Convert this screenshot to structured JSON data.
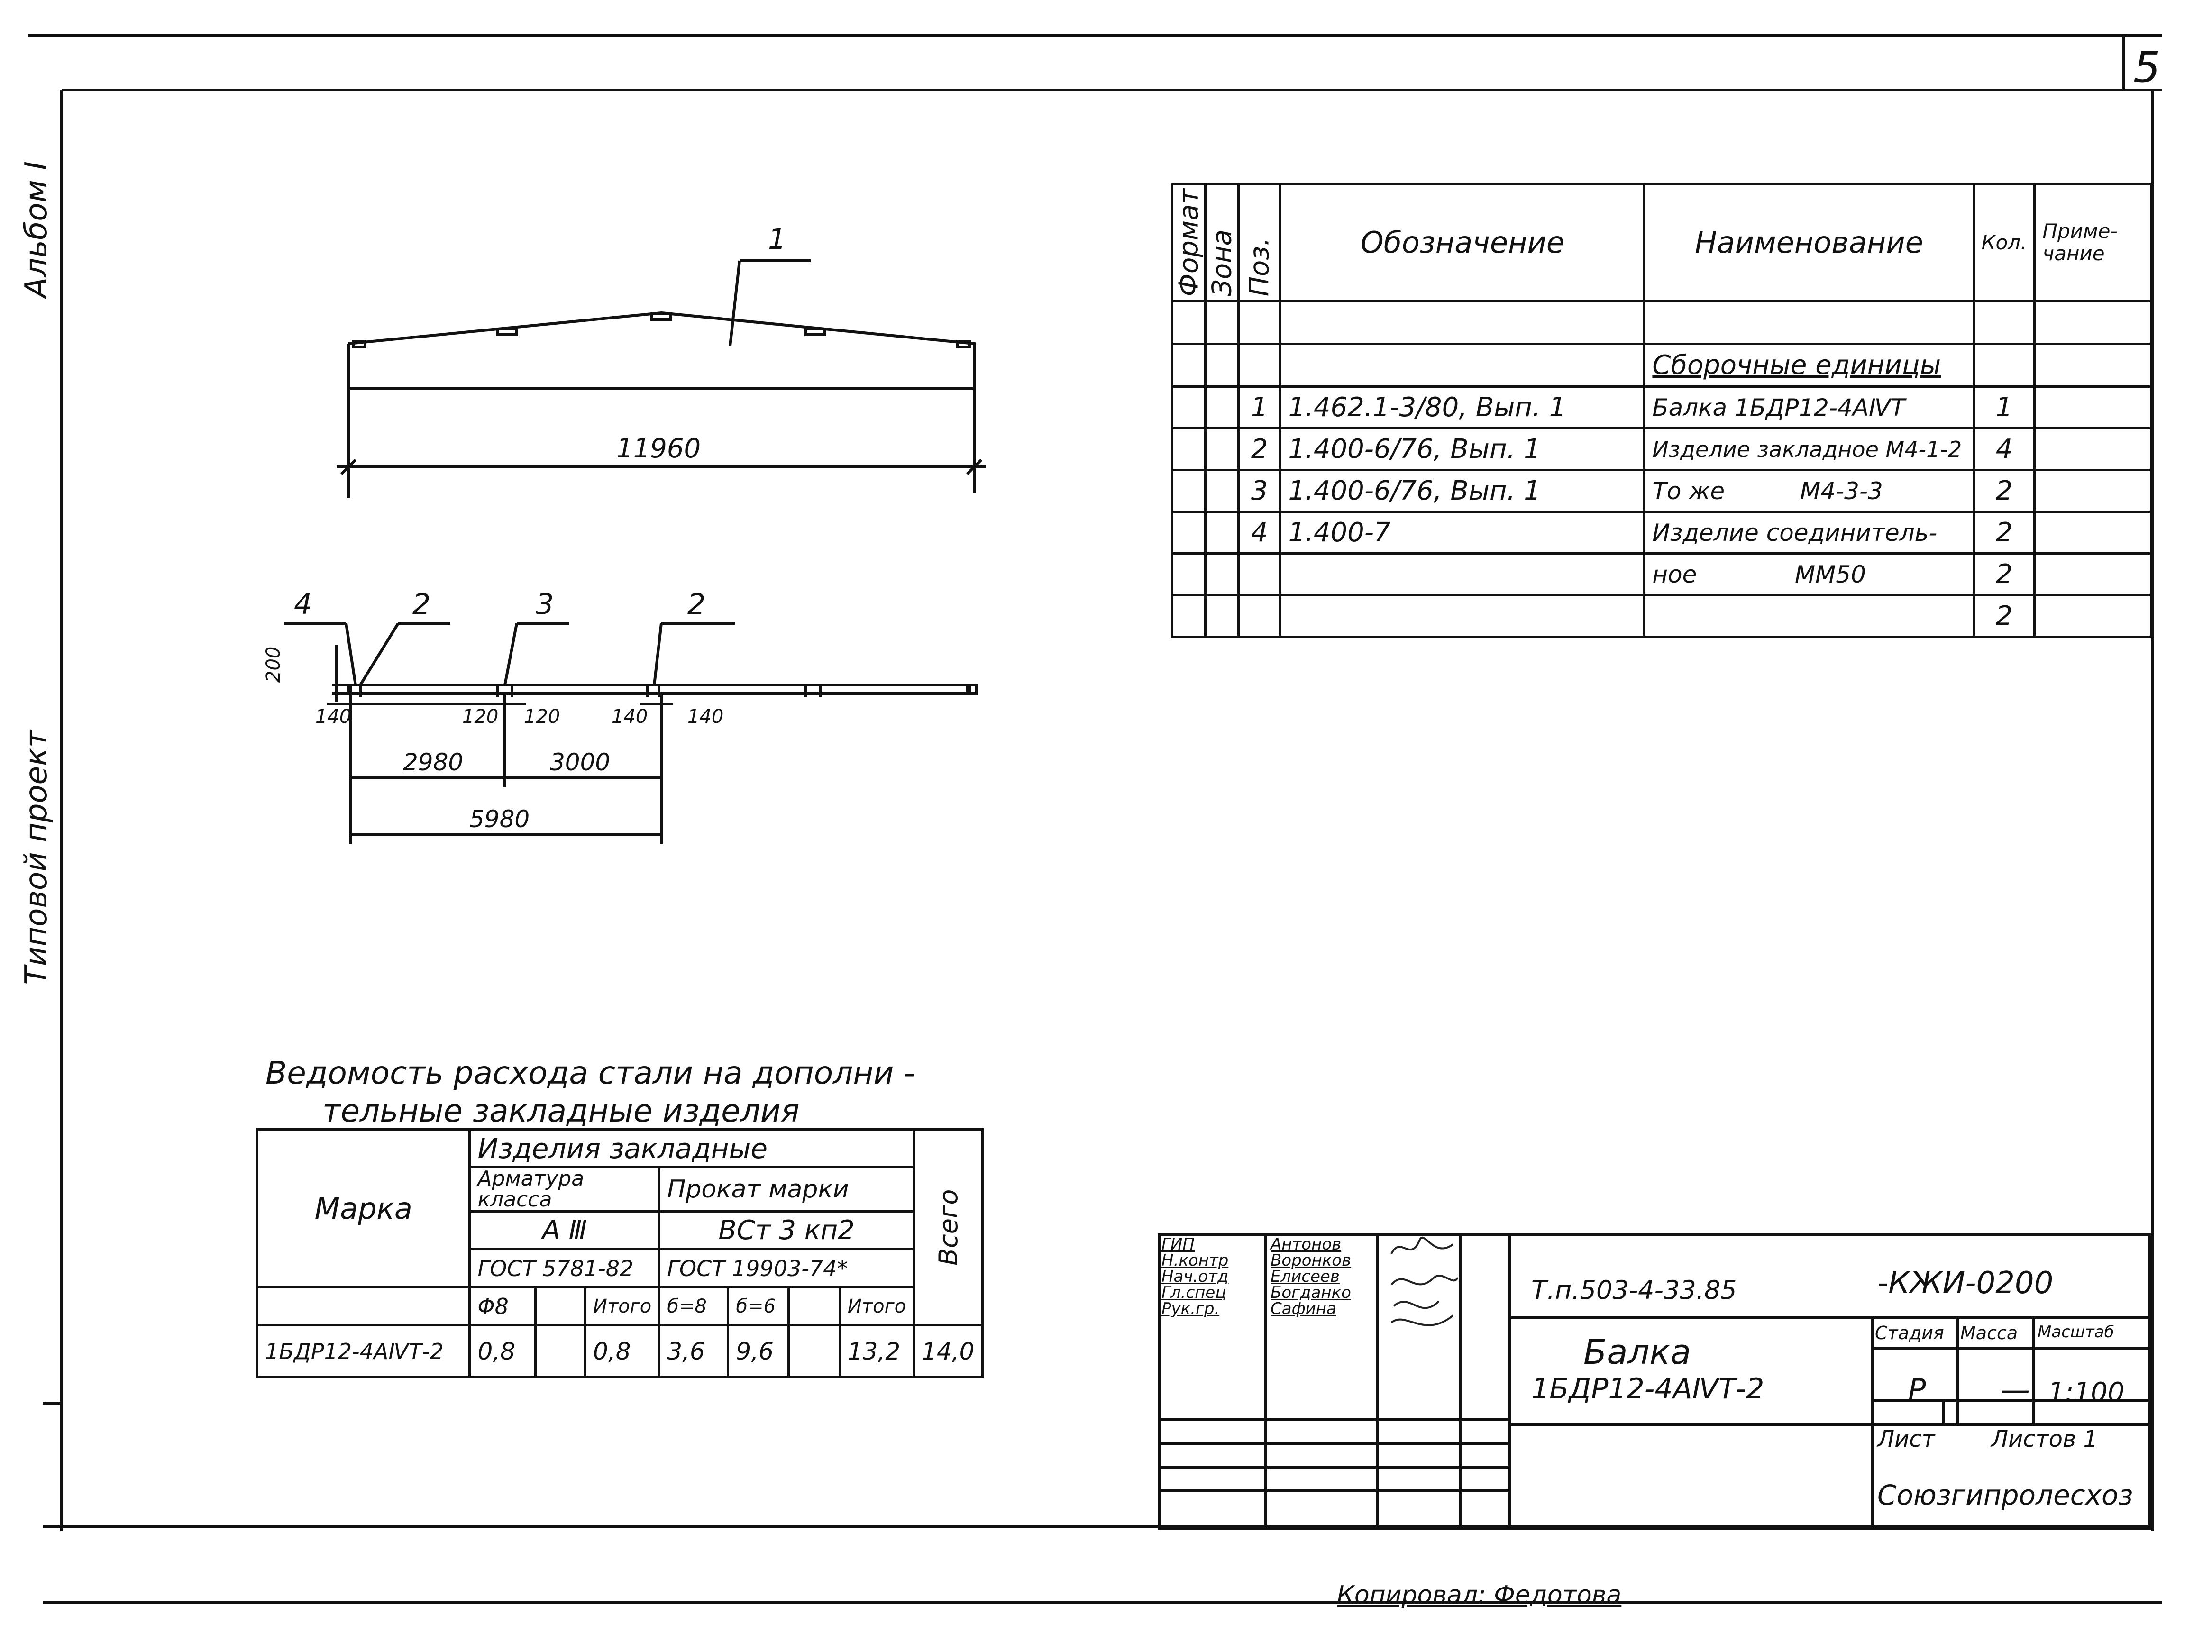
{
  "sheet_number": "5",
  "side_labels": {
    "top": "Альбом I",
    "bottom": "Типовой проект"
  },
  "drawing": {
    "elevation_position": "1",
    "elevation_length": "11960",
    "plan_positions": [
      "4",
      "2",
      "3",
      "2"
    ],
    "plan_height": "200",
    "plan_offsets": [
      "140",
      "120",
      "120",
      "140",
      "140"
    ],
    "plan_spans": [
      "2980",
      "3000"
    ],
    "plan_total": "5980"
  },
  "spec_table": {
    "headers": {
      "format": "Формат",
      "zone": "Зона",
      "pos": "Поз.",
      "designation": "Обозначение",
      "name": "Наименование",
      "qty": "Кол.",
      "note": "Приме-чание"
    },
    "section_title": "Сборочные единицы",
    "rows": [
      {
        "pos": "1",
        "designation": "1.462.1-3/80, Вып. 1",
        "name": "Балка 1БДР12-4АⅣТ",
        "qty": "1"
      },
      {
        "pos": "2",
        "designation": "1.400-6/76, Вып. 1",
        "name": "Изделие закладное М4-1-2",
        "qty": "4"
      },
      {
        "pos": "3",
        "designation": "1.400-6/76, Вып. 1",
        "name": "То же          М4-3-3",
        "qty": "2"
      },
      {
        "pos": "4",
        "designation": "1.400-7",
        "name": "Изделие соединитель-",
        "qty": "2"
      },
      {
        "pos": "",
        "designation": "",
        "name": "ное             ММ50",
        "qty": "2"
      },
      {
        "pos": "",
        "designation": "",
        "name": "",
        "qty": "2"
      }
    ]
  },
  "steel_table": {
    "title_line1": "Ведомость расхода стали на дополни -",
    "title_line2": "тельные закладные изделия",
    "marka": "Марка",
    "group": "Изделия закладные",
    "rebar_class_label": "Арматура класса",
    "rebar_class": "А Ⅲ",
    "rebar_gost": "ГОСТ 5781-82",
    "rolled_label": "Прокат марки",
    "rolled_grade": "ВСт 3 кп2",
    "rolled_gost": "ГОСТ 19903-74*",
    "total_label": "Всего",
    "cols": [
      "Φ8",
      "",
      "Итого",
      "б=8",
      "б=6",
      "",
      "Итого"
    ],
    "row": {
      "marka": "1БДР12-4АⅣТ-2",
      "values": [
        "0,8",
        "",
        "0,8",
        "3,6",
        "9,6",
        "",
        "13,2"
      ],
      "total": "14,0"
    }
  },
  "title_block": {
    "roles": [
      {
        "role": "ГИП",
        "name": "Антонов"
      },
      {
        "role": "Н.контр",
        "name": "Воронков"
      },
      {
        "role": "Нач.отд",
        "name": "Елисеев"
      },
      {
        "role": "Гл.спец",
        "name": "Богданко"
      },
      {
        "role": "Рук.гр.",
        "name": "Сафина"
      }
    ],
    "doc_code": "Т.п.503-4-33.85",
    "doc_suffix": "-КЖИ-0200",
    "title1": "Балка",
    "title2": "1БДР12-4АⅣТ-2",
    "stage_label": "Стадия",
    "mass_label": "Масса",
    "scale_label": "Масштаб",
    "stage": "Р",
    "mass": "—",
    "scale": "1:100",
    "sheet_label": "Лист",
    "sheets_label": "Листов 1",
    "org": "Союзгипролесхоз"
  },
  "copied_by": "Копировал: Федотова"
}
